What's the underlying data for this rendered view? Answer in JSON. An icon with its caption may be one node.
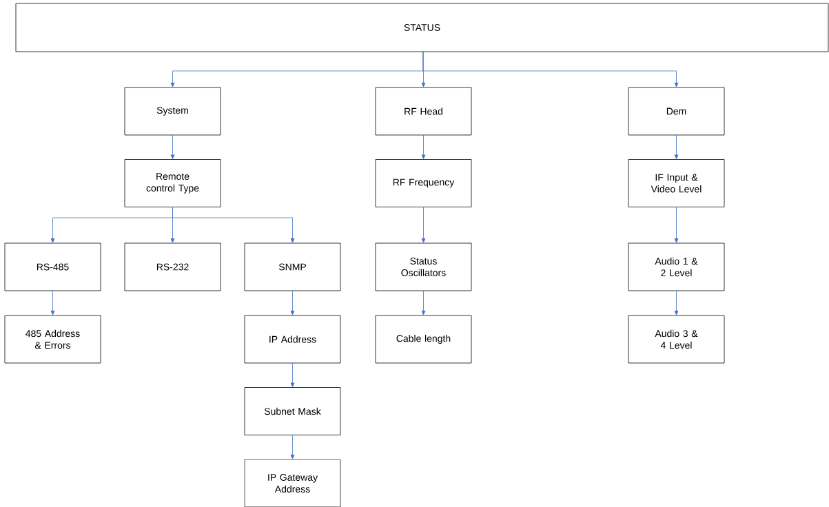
{
  "diagram": {
    "nodes": [
      {
        "text": [
          "STATUS"
        ]
      },
      {
        "text": [
          "System"
        ]
      },
      {
        "text": [
          "RF Head"
        ]
      },
      {
        "text": [
          "Dem"
        ]
      },
      {
        "text": [
          "Remote control Type"
        ]
      },
      {
        "text": [
          "RF Frequency"
        ]
      },
      {
        "text": [
          "IF Input & Video Level"
        ]
      },
      {
        "text": [
          "RS-485"
        ]
      },
      {
        "text": [
          "RS-232"
        ]
      },
      {
        "text": [
          "SNMP"
        ]
      },
      {
        "text": [
          "Status Oscillators"
        ]
      },
      {
        "text": [
          "Audio 1 & 2 Level"
        ]
      },
      {
        "text": [
          "485 Address & Errors"
        ]
      },
      {
        "text": [
          "IP Address"
        ]
      },
      {
        "text": [
          "Cable length"
        ]
      },
      {
        "text": [
          "Audio 3 & 4 Level"
        ]
      },
      {
        "text": [
          "Subnet Mask"
        ]
      },
      {
        "text": [
          "IP Gateway Address"
        ]
      }
    ],
    "edges": [
      {
        "from": 0,
        "to": 1,
        "arrow": "to"
      },
      {
        "from": 0,
        "to": 2,
        "arrow": "to"
      },
      {
        "from": 0,
        "to": 3,
        "arrow": "to"
      },
      {
        "from": 1,
        "to": 4,
        "arrow": "to"
      },
      {
        "from": 2,
        "to": 5,
        "arrow": "to"
      },
      {
        "from": 3,
        "to": 6,
        "arrow": "to"
      },
      {
        "from": 4,
        "to": 7,
        "arrow": "to"
      },
      {
        "from": 4,
        "to": 8,
        "arrow": "to"
      },
      {
        "from": 4,
        "to": 9,
        "arrow": "to"
      },
      {
        "from": 5,
        "to": 10,
        "arrow": "to"
      },
      {
        "from": 6,
        "to": 11,
        "arrow": "to"
      },
      {
        "from": 7,
        "to": 12,
        "arrow": "to"
      },
      {
        "from": 9,
        "to": 13,
        "arrow": "to"
      },
      {
        "from": 10,
        "to": 14,
        "arrow": "to"
      },
      {
        "from": 11,
        "to": 15,
        "arrow": "to"
      },
      {
        "from": 13,
        "to": 16,
        "arrow": "to"
      },
      {
        "from": 16,
        "to": 17,
        "arrow": "to"
      }
    ]
  }
}
